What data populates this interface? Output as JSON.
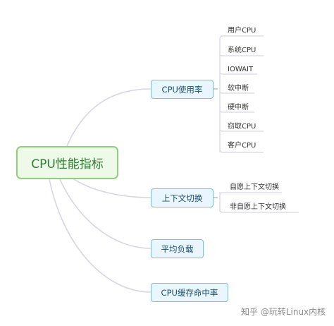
{
  "root": {
    "label": "CPU性能指标"
  },
  "branches": [
    {
      "label": "CPU使用率",
      "children": [
        "用户CPU",
        "系统CPU",
        "IOWAIT",
        "软中断",
        "硬中断",
        "窃取CPU",
        "客户CPU"
      ]
    },
    {
      "label": "上下文切换",
      "children": [
        "自愿上下文切换",
        "非自愿上下文切换"
      ]
    },
    {
      "label": "平均负载",
      "children": []
    },
    {
      "label": "CPU缓存命中率",
      "children": []
    }
  ],
  "watermark": "知乎 @玩转Linux内核",
  "colors": {
    "root_border": "#8fd17b",
    "root_fill": "#eef9ea",
    "branch_border": "#6cc3ec",
    "branch_fill": "#e9f6fd",
    "connector": "#d9d3ea",
    "leaf_line": "#cfcfcf"
  }
}
